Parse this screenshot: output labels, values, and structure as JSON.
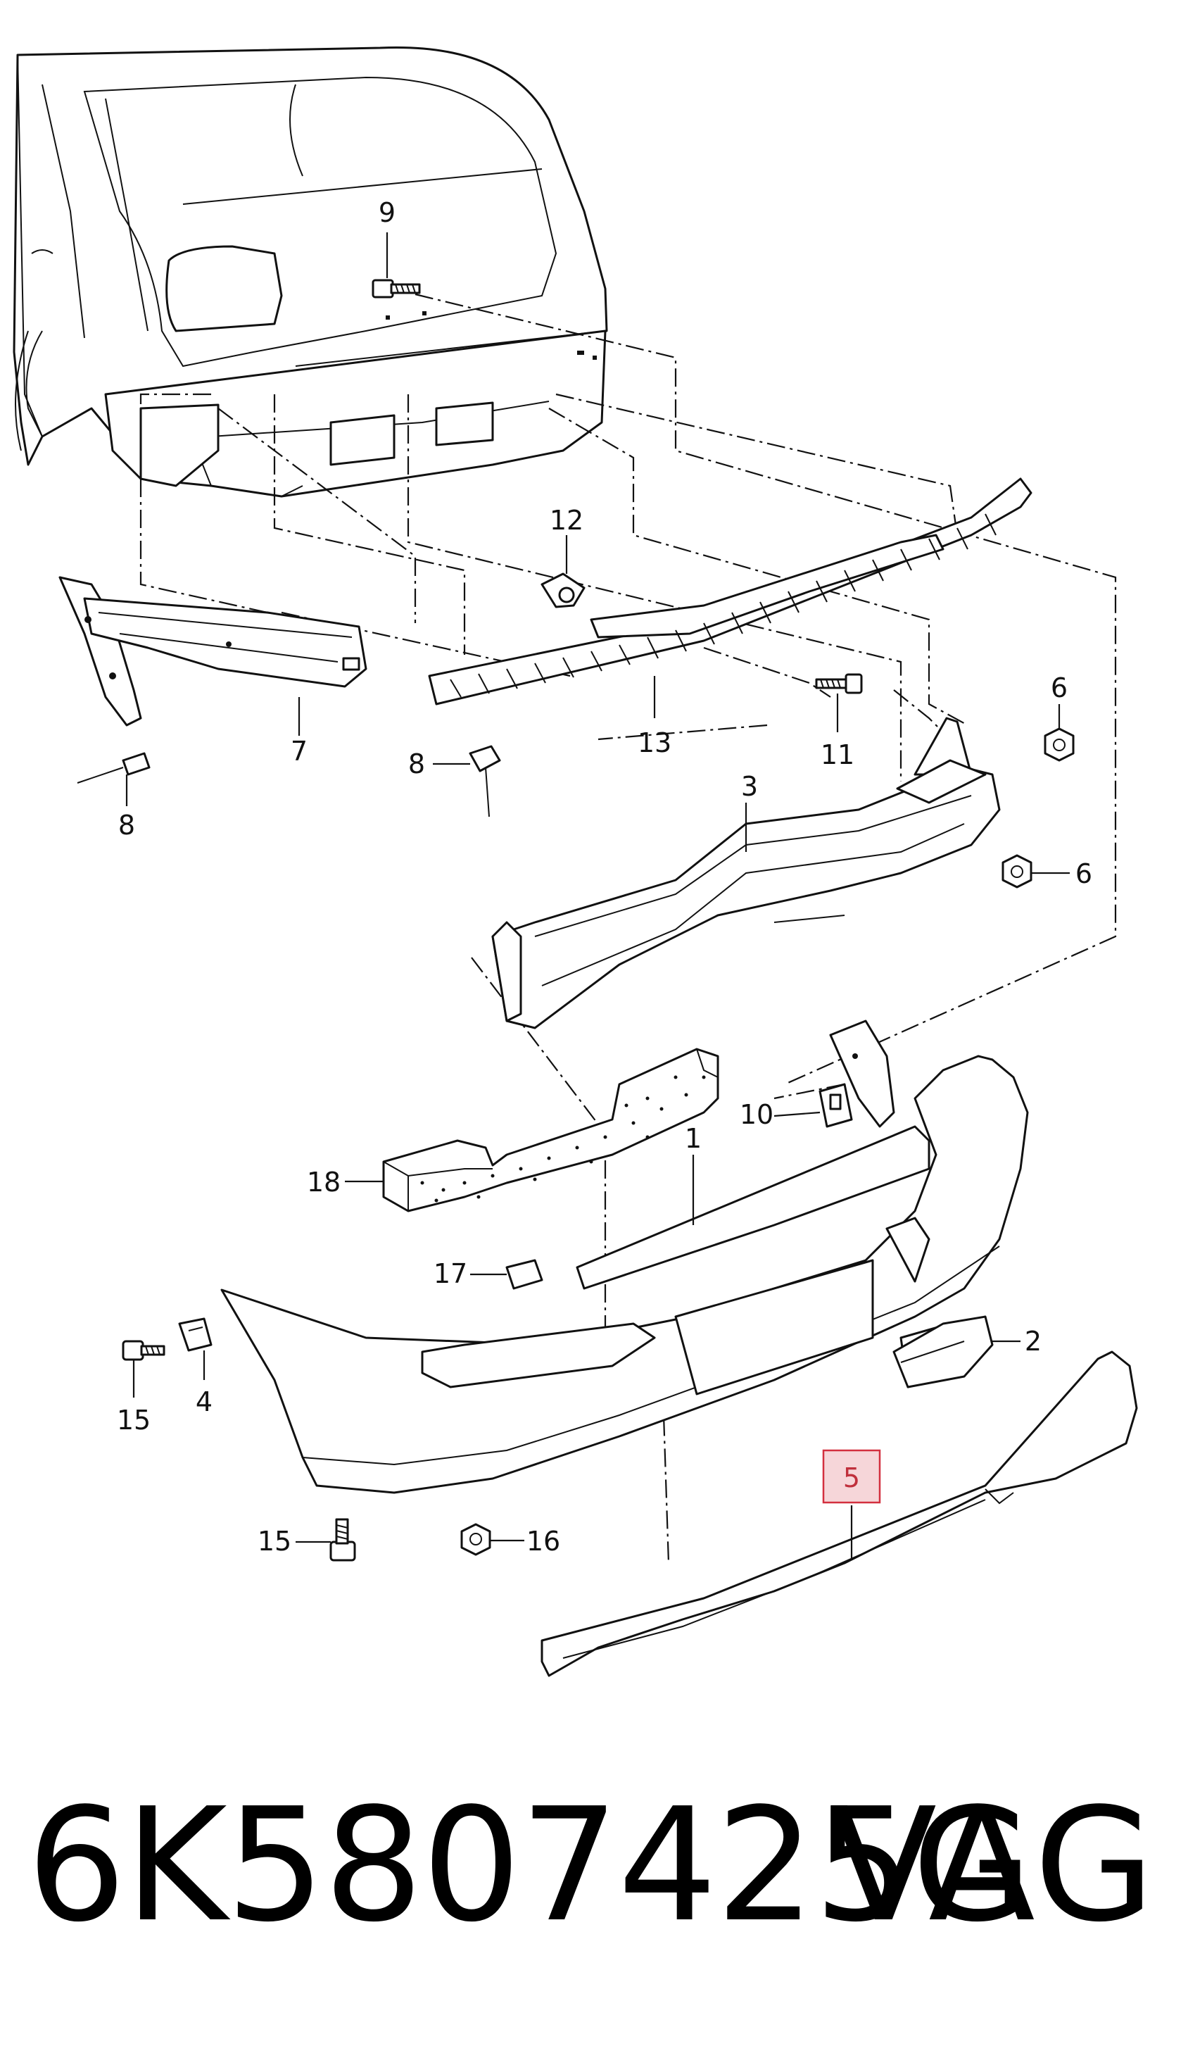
{
  "diagram": {
    "callouts": [
      {
        "id": "c9",
        "text": "9"
      },
      {
        "id": "c12",
        "text": "12"
      },
      {
        "id": "c6a",
        "text": "6"
      },
      {
        "id": "c6b",
        "text": "6"
      },
      {
        "id": "c7",
        "text": "7"
      },
      {
        "id": "c8a",
        "text": "8"
      },
      {
        "id": "c8b",
        "text": "8"
      },
      {
        "id": "c13",
        "text": "13"
      },
      {
        "id": "c11",
        "text": "11"
      },
      {
        "id": "c3",
        "text": "3"
      },
      {
        "id": "c10",
        "text": "10"
      },
      {
        "id": "c1",
        "text": "1"
      },
      {
        "id": "c18",
        "text": "18"
      },
      {
        "id": "c17",
        "text": "17"
      },
      {
        "id": "c2",
        "text": "2"
      },
      {
        "id": "c15a",
        "text": "15"
      },
      {
        "id": "c4",
        "text": "4"
      },
      {
        "id": "c5",
        "text": "5"
      },
      {
        "id": "c15b",
        "text": "15"
      },
      {
        "id": "c16",
        "text": "16"
      }
    ],
    "highlighted_callout": "5",
    "highlight_color": "#d3303f"
  },
  "caption": {
    "part_number": "6K5807425G",
    "brand": "VAG"
  }
}
